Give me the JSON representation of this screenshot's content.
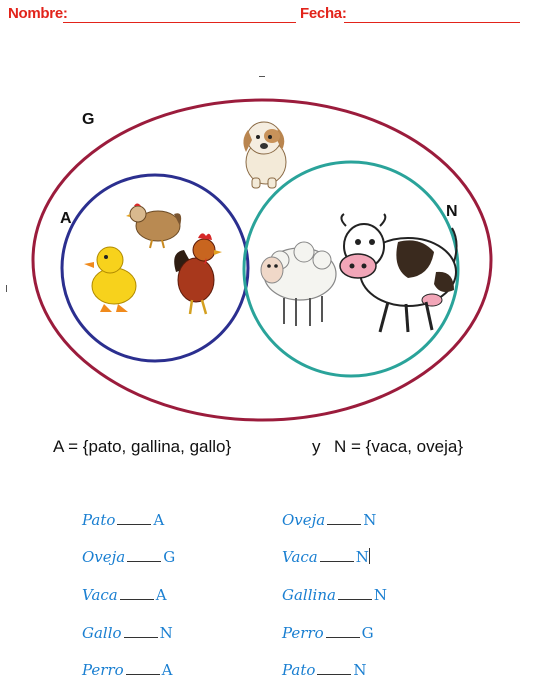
{
  "header": {
    "name_label": "Nombre:",
    "date_label": "Fecha:"
  },
  "diagram": {
    "labels": {
      "universe": "G",
      "set_a": "A",
      "set_n": "N"
    },
    "colors": {
      "universe": "#9b1c3c",
      "set_a": "#2b2f8f",
      "set_n": "#2aa39a"
    },
    "animals": [
      "dog-icon",
      "hen-icon",
      "duck-icon",
      "rooster-icon",
      "sheep-icon",
      "cow-icon"
    ]
  },
  "definitions": {
    "set_a": "A = {pato, gallina, gallo}",
    "connector": "y",
    "set_n": "N = {vaca, oveja}"
  },
  "exercises": {
    "left": [
      {
        "word": "Pato",
        "answer": "A"
      },
      {
        "word": "Oveja",
        "answer": "G"
      },
      {
        "word": "Vaca",
        "answer": "A"
      },
      {
        "word": "Gallo",
        "answer": "N"
      },
      {
        "word": "Perro",
        "answer": "A"
      }
    ],
    "right": [
      {
        "word": "Oveja",
        "answer": "N"
      },
      {
        "word": "Vaca",
        "answer": "N"
      },
      {
        "word": "Gallina",
        "answer": "N"
      },
      {
        "word": "Perro",
        "answer": "G"
      },
      {
        "word": "Pato",
        "answer": "N"
      }
    ]
  }
}
